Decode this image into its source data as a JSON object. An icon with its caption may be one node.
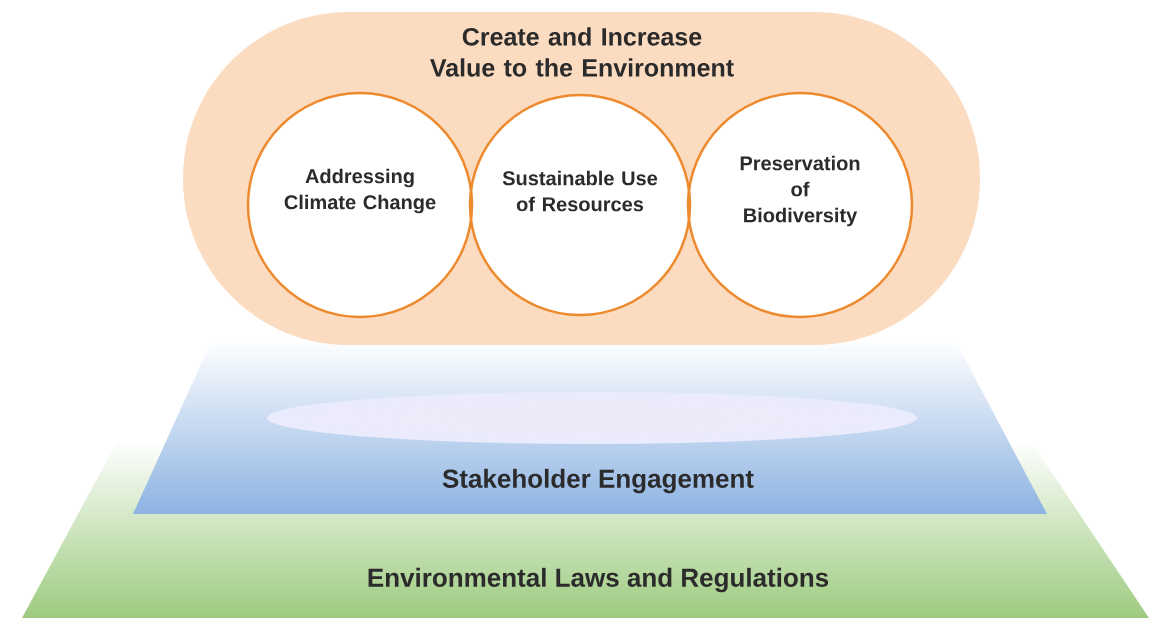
{
  "diagram": {
    "nodes": [
      {
        "text": [
          "Create and Increase Value to the Environment"
        ]
      },
      {
        "text": [
          "Addressing Climate Change"
        ],
        "in": 0
      },
      {
        "text": [
          "Sustainable Use of Resources"
        ],
        "in": 0
      },
      {
        "text": [
          "Preservation of Biodiversity"
        ],
        "in": 0
      },
      {
        "text": [
          "Stakeholder Engagement"
        ]
      },
      {
        "text": [
          "Environmental Laws and Regulations"
        ]
      }
    ]
  }
}
